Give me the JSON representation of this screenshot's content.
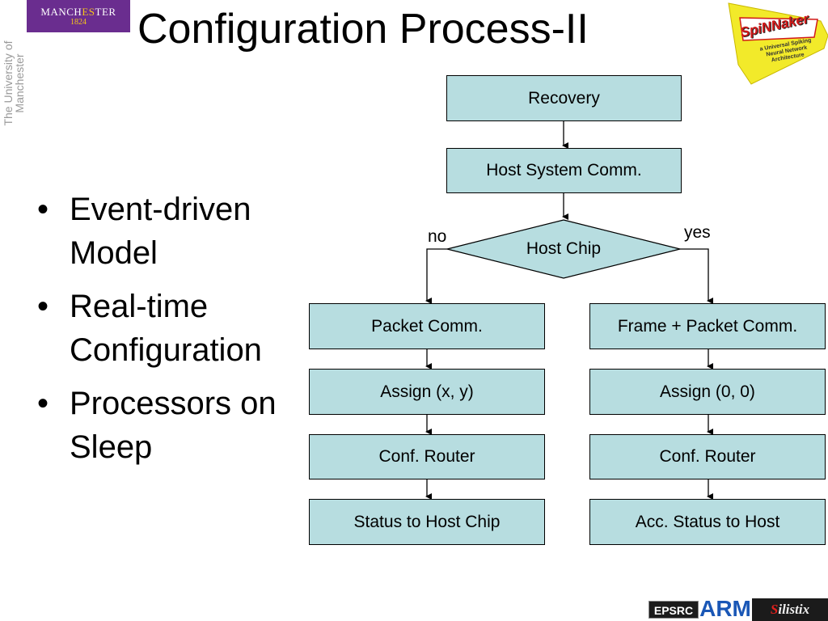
{
  "header": {
    "title": "Configuration Process-II",
    "university_logo": {
      "name_pre": "MANCH",
      "name_mid": "ES",
      "name_post": "T",
      "name_end": "ER",
      "year": "1824"
    },
    "university_vertical": "The University of Manchester"
  },
  "bullets": [
    "Event-driven Model",
    "Real-time Configuration",
    "Processors on Sleep"
  ],
  "flowchart": {
    "recovery": "Recovery",
    "host_system_comm": "Host System Comm.",
    "decision": "Host Chip",
    "no_label": "no",
    "yes_label": "yes",
    "left": [
      "Packet Comm.",
      "Assign (x, y)",
      "Conf. Router",
      "Status to Host Chip"
    ],
    "right": [
      "Frame + Packet Comm.",
      "Assign (0, 0)",
      "Conf. Router",
      "Acc. Status to Host"
    ]
  },
  "spinnaker_logo": {
    "name": "SpiNNaker",
    "subtitle": "a Universal Spiking Neural Network Architecture"
  },
  "footer": {
    "epsrc": "EPSRC",
    "arm": "ARM",
    "silistix_s": "S",
    "silistix_rest": "ilistix"
  },
  "colors": {
    "box_fill": "#b7dde0",
    "logo_purple": "#6a2d8f",
    "logo_yellow": "#f4c51a"
  }
}
